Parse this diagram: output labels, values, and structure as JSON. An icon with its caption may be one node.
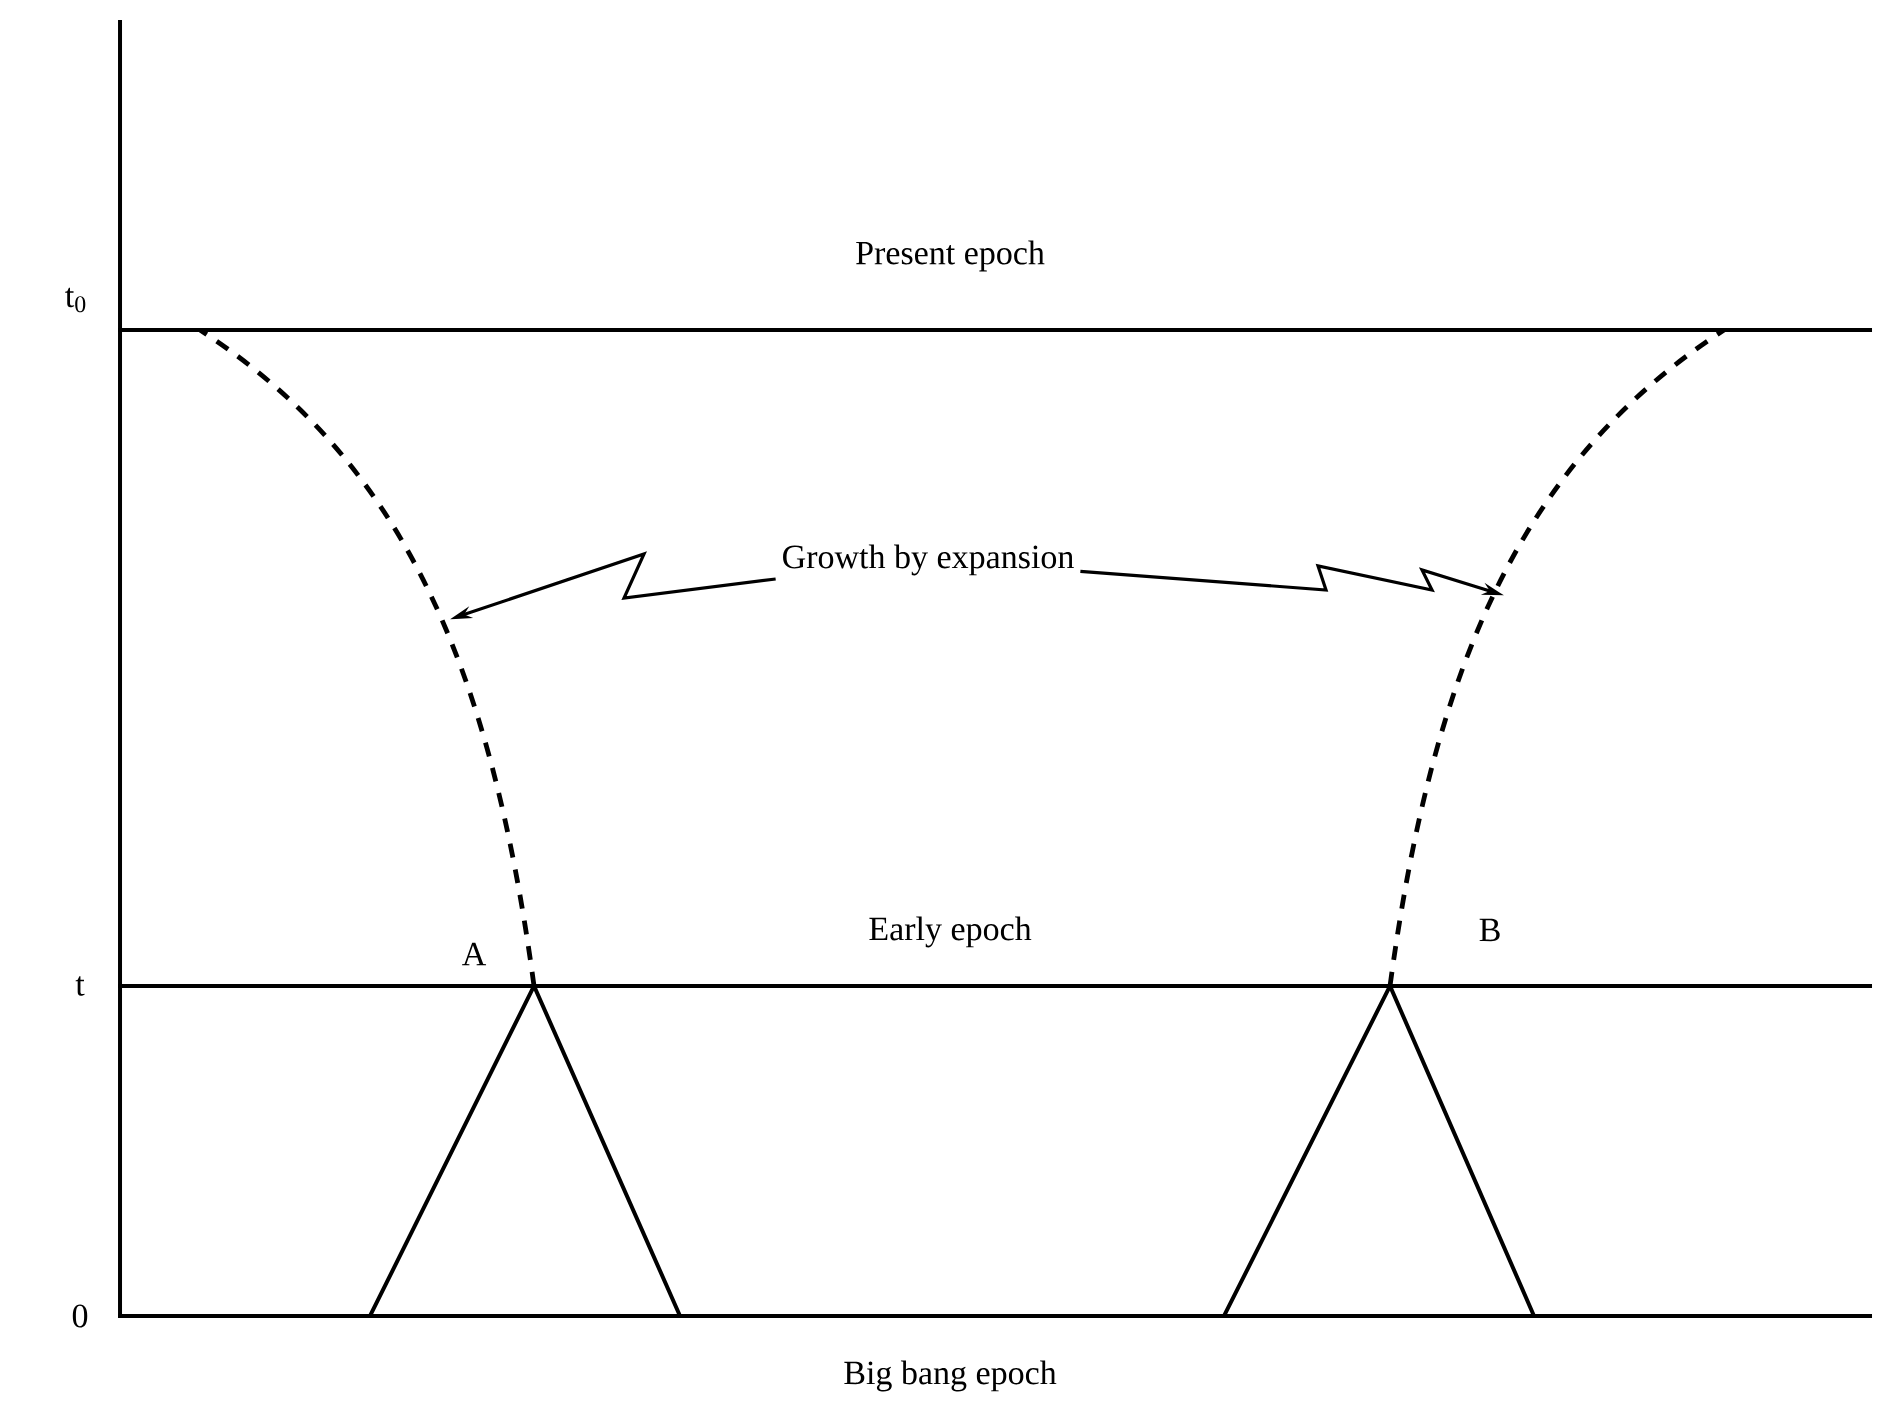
{
  "diagram": {
    "nodes": [
      {
        "text": [
          "Growth by expansion"
        ]
      },
      {
        "text": [],
        "shape": "curve"
      },
      {
        "text": [],
        "shape": "curve"
      }
    ],
    "edges": [
      {
        "from": 0,
        "to": 1,
        "arrow": "to"
      },
      {
        "from": 0,
        "to": 2,
        "arrow": "to"
      }
    ],
    "labels": [
      "Present epoch",
      "t$_{0}$",
      "A",
      "Early epoch",
      "B",
      "t",
      "0",
      "Big bang epoch"
    ]
  }
}
